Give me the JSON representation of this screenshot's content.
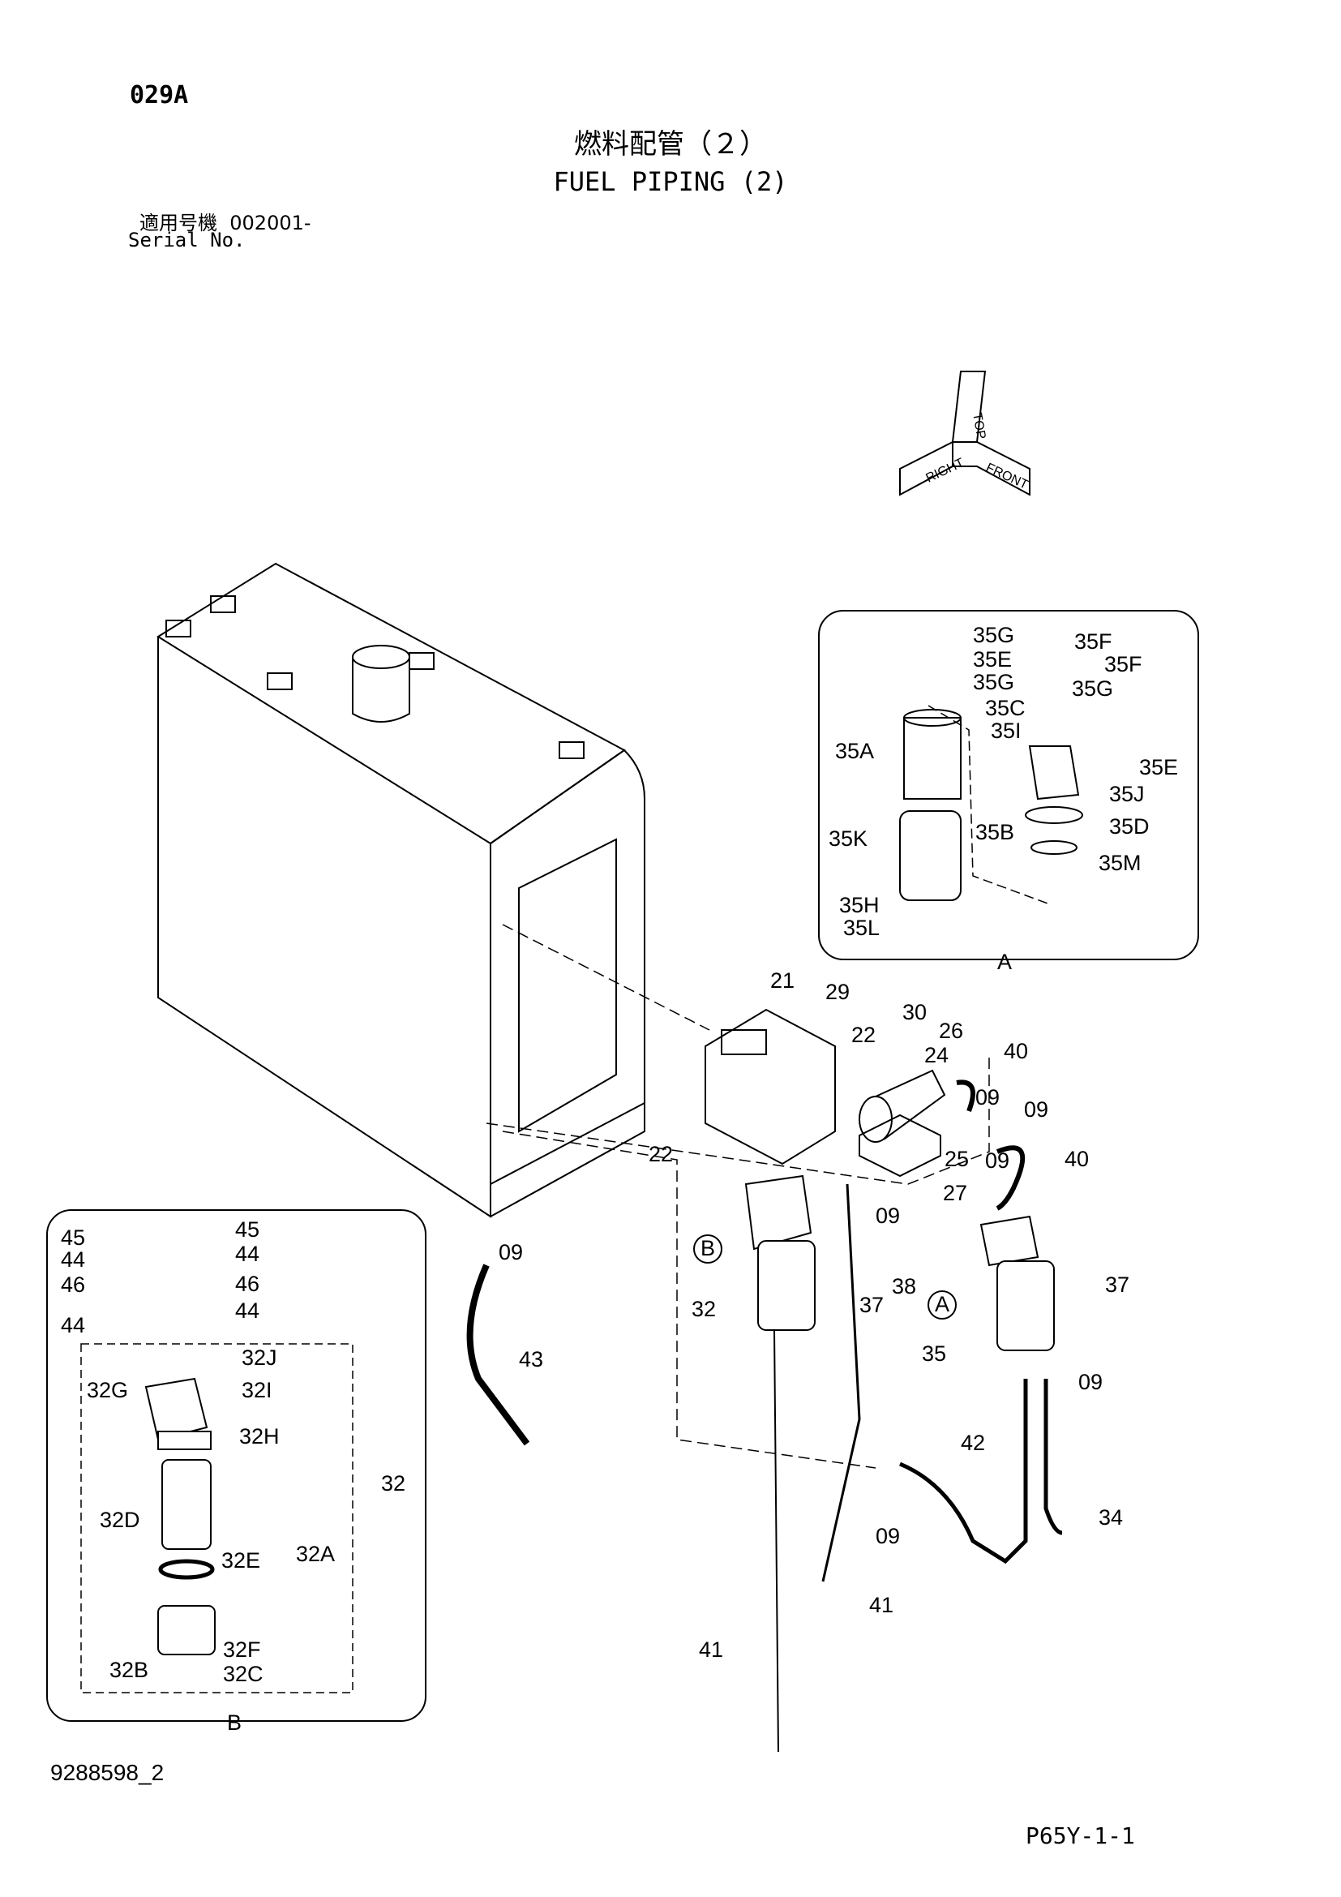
{
  "header": {
    "code": "029A",
    "title_jp": "燃料配管（２）",
    "title_en": "FUEL PIPING (2)",
    "serial_label_jp": "適用号機",
    "serial_value": "002001-",
    "serial_label_en": "Serial No."
  },
  "footer": {
    "doc_number": "9288598_2",
    "page_code": "P65Y-1-1"
  },
  "orientation": {
    "top": "TOP",
    "right": "RIGHT",
    "front": "FRONT"
  },
  "detail_labels": {
    "a": "A",
    "b": "B"
  },
  "callouts": [
    {
      "id": "c-35G-1",
      "text": "35G"
    },
    {
      "id": "c-35F-1",
      "text": "35F"
    },
    {
      "id": "c-35E-1",
      "text": "35E"
    },
    {
      "id": "c-35G-2",
      "text": "35G"
    },
    {
      "id": "c-35F-2",
      "text": "35F"
    },
    {
      "id": "c-35G-3",
      "text": "35G"
    },
    {
      "id": "c-35C",
      "text": "35C"
    },
    {
      "id": "c-35I",
      "text": "35I"
    },
    {
      "id": "c-35E-2",
      "text": "35E"
    },
    {
      "id": "c-35A",
      "text": "35A"
    },
    {
      "id": "c-35J",
      "text": "35J"
    },
    {
      "id": "c-35K",
      "text": "35K"
    },
    {
      "id": "c-35B",
      "text": "35B"
    },
    {
      "id": "c-35D",
      "text": "35D"
    },
    {
      "id": "c-35M",
      "text": "35M"
    },
    {
      "id": "c-35H",
      "text": "35H"
    },
    {
      "id": "c-35L",
      "text": "35L"
    },
    {
      "id": "c-21",
      "text": "21"
    },
    {
      "id": "c-29",
      "text": "29"
    },
    {
      "id": "c-30",
      "text": "30"
    },
    {
      "id": "c-22-1",
      "text": "22"
    },
    {
      "id": "c-26",
      "text": "26"
    },
    {
      "id": "c-24",
      "text": "24"
    },
    {
      "id": "c-40-1",
      "text": "40"
    },
    {
      "id": "c-09-1",
      "text": "09"
    },
    {
      "id": "c-09-2",
      "text": "09"
    },
    {
      "id": "c-22-2",
      "text": "22"
    },
    {
      "id": "c-25",
      "text": "25"
    },
    {
      "id": "c-09-3",
      "text": "09"
    },
    {
      "id": "c-40-2",
      "text": "40"
    },
    {
      "id": "c-27",
      "text": "27"
    },
    {
      "id": "c-09-4",
      "text": "09"
    },
    {
      "id": "c-09-5",
      "text": "09"
    },
    {
      "id": "c-38",
      "text": "38"
    },
    {
      "id": "c-37-1",
      "text": "37"
    },
    {
      "id": "c-37-2",
      "text": "37"
    },
    {
      "id": "c-32",
      "text": "32"
    },
    {
      "id": "c-35",
      "text": "35"
    },
    {
      "id": "c-09-6",
      "text": "09"
    },
    {
      "id": "c-43",
      "text": "43"
    },
    {
      "id": "c-42",
      "text": "42"
    },
    {
      "id": "c-34",
      "text": "34"
    },
    {
      "id": "c-09-7",
      "text": "09"
    },
    {
      "id": "c-41-1",
      "text": "41"
    },
    {
      "id": "c-41-2",
      "text": "41"
    },
    {
      "id": "c-B-tag",
      "text": "B"
    },
    {
      "id": "c-A-tag",
      "text": "A"
    },
    {
      "id": "c-45-1",
      "text": "45"
    },
    {
      "id": "c-45-2",
      "text": "45"
    },
    {
      "id": "c-44-1",
      "text": "44"
    },
    {
      "id": "c-44-2",
      "text": "44"
    },
    {
      "id": "c-46-1",
      "text": "46"
    },
    {
      "id": "c-46-2",
      "text": "46"
    },
    {
      "id": "c-44-3",
      "text": "44"
    },
    {
      "id": "c-44-4",
      "text": "44"
    },
    {
      "id": "c-32J",
      "text": "32J"
    },
    {
      "id": "c-32G",
      "text": "32G"
    },
    {
      "id": "c-32I",
      "text": "32I"
    },
    {
      "id": "c-32H",
      "text": "32H"
    },
    {
      "id": "c-32-det",
      "text": "32"
    },
    {
      "id": "c-32D",
      "text": "32D"
    },
    {
      "id": "c-32E",
      "text": "32E"
    },
    {
      "id": "c-32A",
      "text": "32A"
    },
    {
      "id": "c-32F",
      "text": "32F"
    },
    {
      "id": "c-32B",
      "text": "32B"
    },
    {
      "id": "c-32C",
      "text": "32C"
    }
  ]
}
